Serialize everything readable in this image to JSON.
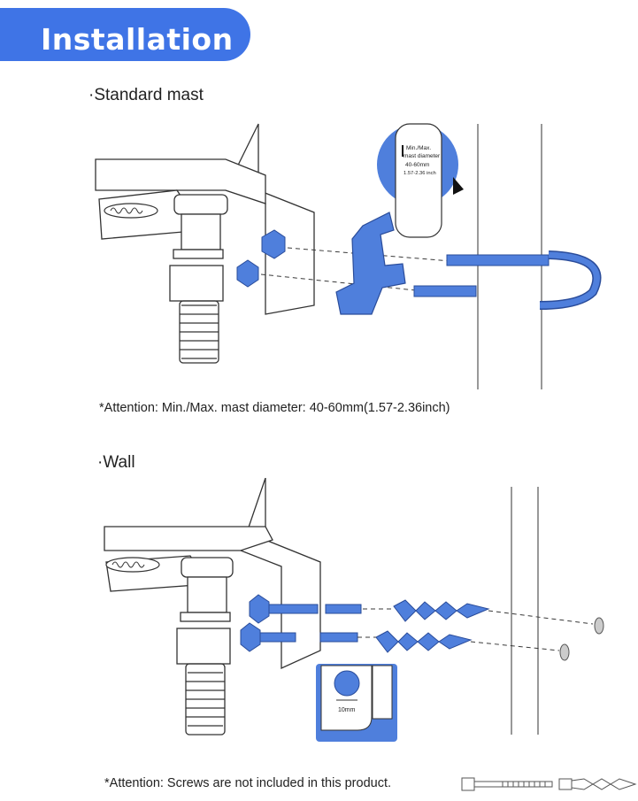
{
  "header": {
    "title": "Installation"
  },
  "sections": [
    {
      "label": "·Standard mast",
      "callout_lines": [
        "Min./Max.",
        "mast diameter",
        "40-60mm",
        "1.57-2.36 inch"
      ],
      "note": "*Attention: Min./Max. mast diameter: 40-60mm(1.57-2.36inch)"
    },
    {
      "label": "·Wall",
      "callout_label": "10mm",
      "note": "*Attention:  Screws are not included in this product."
    }
  ],
  "colors": {
    "accent": "#3f74e6",
    "part_blue": "#4f7fdc",
    "line": "#3a3a3a"
  },
  "icons": [
    "bolt-icon",
    "wall-plug-icon"
  ]
}
